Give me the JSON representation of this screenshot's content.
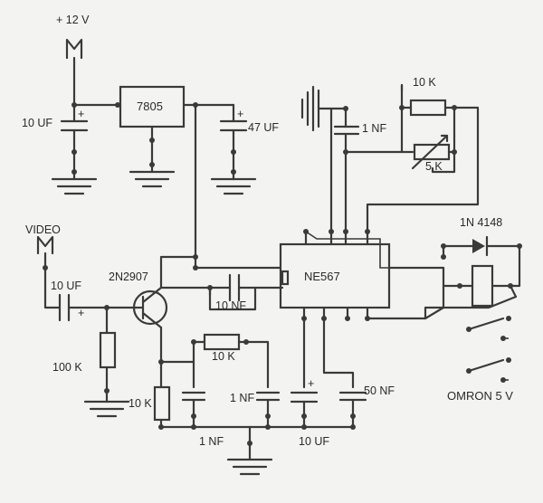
{
  "labels": {
    "v12": "+ 12 V",
    "video": "VIDEO",
    "c10uf_in": "10 UF",
    "reg": "7805",
    "c47uf": "47 UF",
    "c1nf_top": "1 NF",
    "r10k_top": "10 K",
    "pot5k": "5 K",
    "ic": "NE567",
    "diode": "1N 4148",
    "c10uf_video": "10 UF",
    "transistor": "2N2907",
    "c10nf": "10 NF",
    "r100k": "100 K",
    "r10k_mid": "10 K",
    "r10k_left": "10 K",
    "c1nf_mid": "1 NF",
    "c1nf_bot": "1 NF",
    "c10uf_bot": "10 UF",
    "c50nf": "50 NF",
    "relay": "OMRON 5 V"
  },
  "icons": [
    "supply-connector",
    "video-connector",
    "battery-symbol",
    "ground-symbol",
    "capacitor",
    "resistor",
    "potentiometer",
    "pnp-transistor",
    "diode",
    "relay-coil",
    "relay-switch"
  ]
}
